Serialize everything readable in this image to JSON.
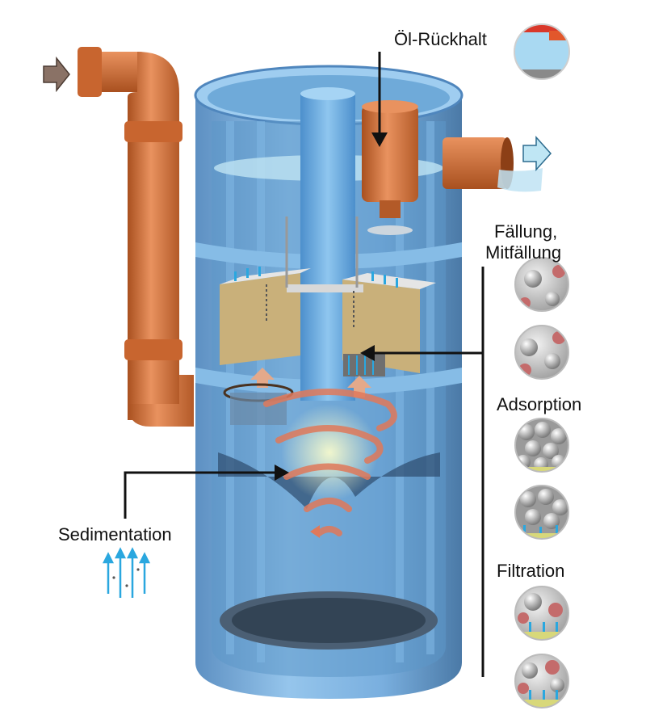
{
  "labels": {
    "oil_retention": "Öl-Rückhalt",
    "precipitation_line1": "Fällung,",
    "precipitation_line2": "Mitfällung",
    "adsorption": "Adsorption",
    "filtration": "Filtration",
    "sedimentation": "Sedimentation"
  },
  "colors": {
    "tank_blue": "#6ea8dc",
    "tank_dark": "#3b6e9f",
    "pipe_orange": "#d5703e",
    "filter_tan": "#c9b07a",
    "water_light": "#bfe3f3",
    "swirl": "#e0795a",
    "arrow_in": "#8a7266",
    "arrow_out": "#bfe6f4",
    "flow_blue": "#2aa7df",
    "leader_line": "#111111"
  },
  "icons": {
    "inlet": "inlet-arrow-icon",
    "outlet": "outlet-arrow-icon",
    "sedimentation": "upward-flow-icon",
    "oil": "oil-layer-magnifier-icon",
    "precipitation": "precipitation-magnifier-icon",
    "adsorption": "adsorption-magnifier-icon",
    "filtration": "filtration-magnifier-icon"
  }
}
